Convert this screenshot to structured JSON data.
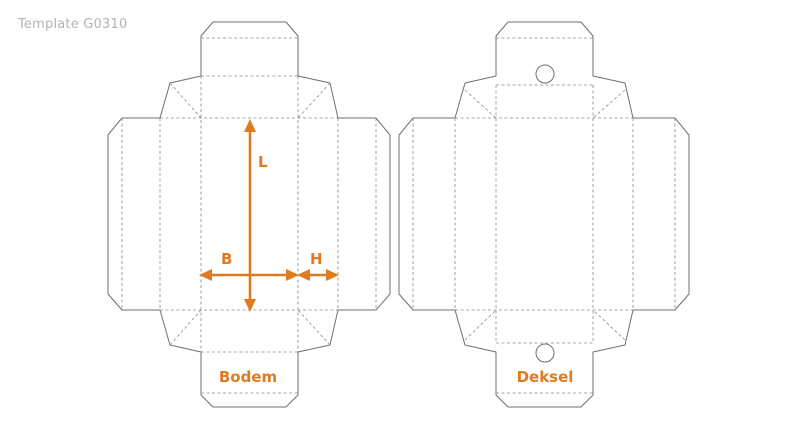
{
  "template_id": "Template G0310",
  "dimensions": {
    "length": "L",
    "width": "B",
    "height": "H"
  },
  "pieces": {
    "bottom": "Bodem",
    "lid": "Deksel"
  },
  "colors": {
    "accent": "#e07b1d",
    "line": "#6f6f6f",
    "caption": "#b4b4b4"
  }
}
